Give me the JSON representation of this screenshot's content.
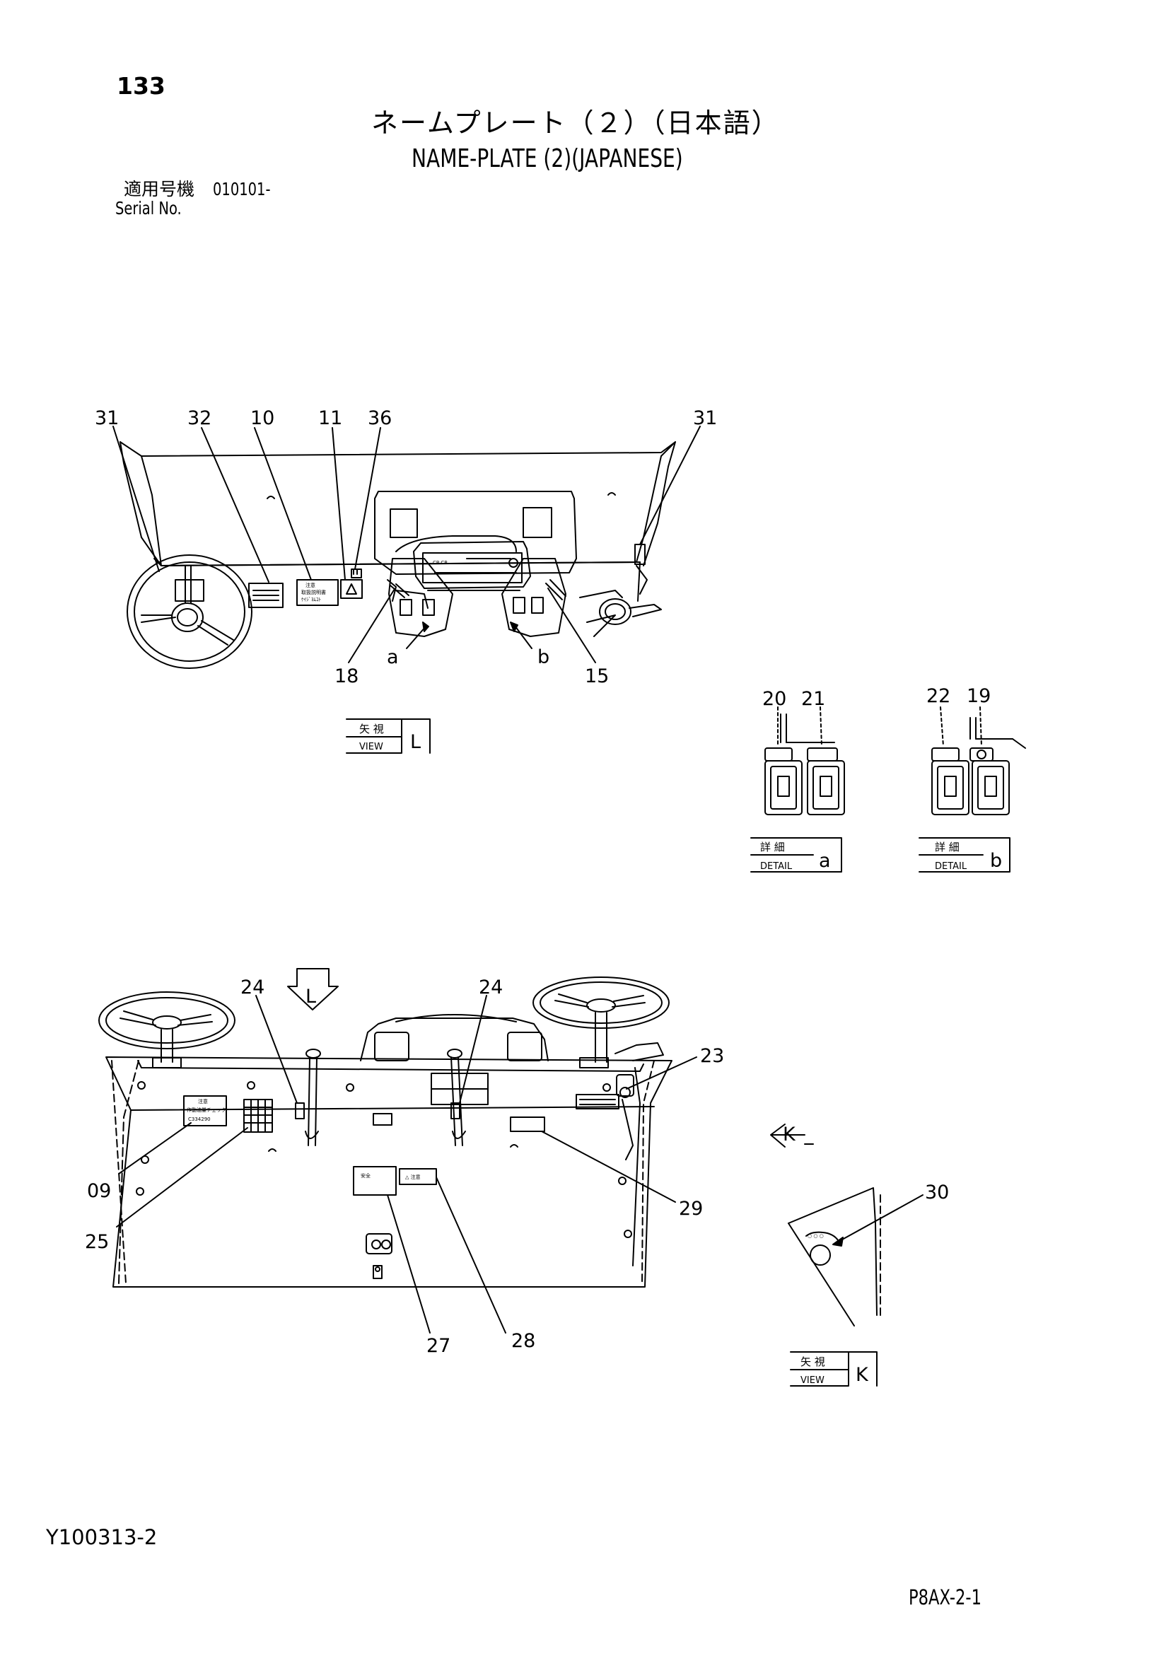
{
  "page_number": "133",
  "title_jp": "ネームプレート（２）（日本語）",
  "title_en": "NAME-PLATE (2)(JAPANESE)",
  "serial_label_jp": "適用号機",
  "serial_value": "010101-",
  "serial_label_en": "Serial No.",
  "drawing_code": "Y100313-2",
  "sheet_code": "P8AX-2-1",
  "view_L": {
    "callouts": [
      "31",
      "32",
      "10",
      "11",
      "36",
      "31",
      "18",
      "15"
    ],
    "detail_refs": [
      "a",
      "b"
    ],
    "label_jp": "矢 視",
    "label_en": "VIEW",
    "letter": "L"
  },
  "detail_a": {
    "callouts": [
      "20",
      "21"
    ],
    "label_jp": "詳 細",
    "label_en": "DETAIL",
    "letter": "a"
  },
  "detail_b": {
    "callouts": [
      "22",
      "19"
    ],
    "label_jp": "詳 細",
    "label_en": "DETAIL",
    "letter": "b"
  },
  "top_view": {
    "arrow_letter": "L",
    "callouts": [
      "24",
      "24",
      "23",
      "09",
      "25",
      "29",
      "27",
      "28"
    ],
    "plate_text_1": [
      "注意",
      "作動油量チェック",
      "C334290"
    ]
  },
  "view_K": {
    "arrow_letter": "K",
    "callouts": [
      "30"
    ],
    "label_jp": "矢 視",
    "label_en": "VIEW",
    "letter": "K"
  }
}
